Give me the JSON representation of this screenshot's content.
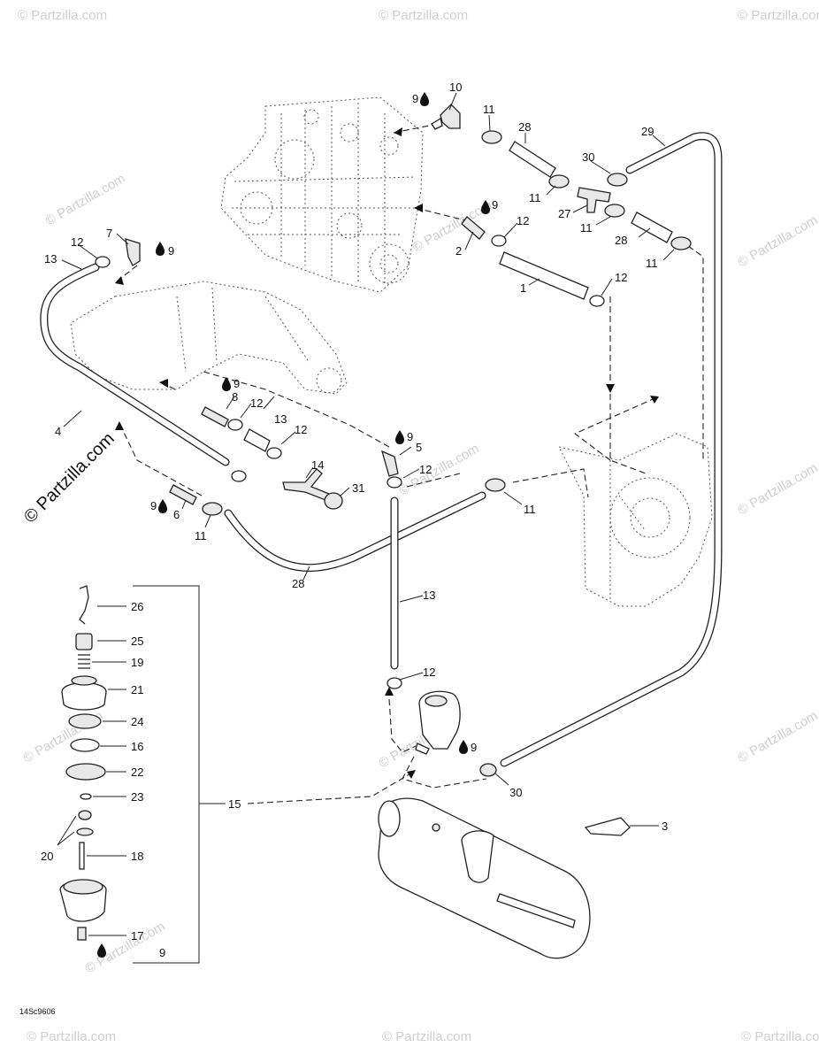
{
  "watermark": "© Partzilla.com",
  "figure_code": "14Sc9606",
  "callouts": {
    "c1": "1",
    "c2": "2",
    "c3": "3",
    "c4": "4",
    "c5": "5",
    "c6": "6",
    "c7": "7",
    "c8": "8",
    "c9a": "9",
    "c9b": "9",
    "c9c": "9",
    "c9d": "9",
    "c9e": "9",
    "c9f": "9",
    "c9g": "9",
    "c9h": "9",
    "c10": "10",
    "c11a": "11",
    "c11b": "11",
    "c11c": "11",
    "c11d": "11",
    "c11e": "11",
    "c11f": "11",
    "c12a": "12",
    "c12b": "12",
    "c12c": "12",
    "c12d": "12",
    "c12e": "12",
    "c12f": "12",
    "c12g": "12",
    "c13a": "13",
    "c13b": "13",
    "c13c": "13",
    "c14": "14",
    "c15": "15",
    "c16": "16",
    "c17": "17",
    "c18": "18",
    "c19": "19",
    "c20": "20",
    "c21": "21",
    "c22": "22",
    "c23": "23",
    "c24": "24",
    "c25": "25",
    "c26": "26",
    "c27": "27",
    "c28a": "28",
    "c28b": "28",
    "c28c": "28",
    "c29": "29",
    "c30a": "30",
    "c30b": "30",
    "c31": "31"
  },
  "icons": {
    "sealant": "oil-drop-icon"
  }
}
